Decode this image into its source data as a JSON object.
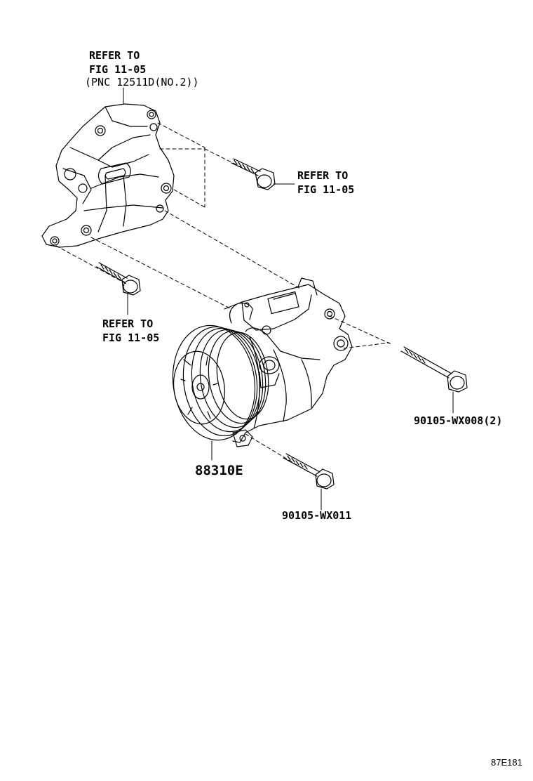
{
  "labels": {
    "bracket_refer_line1": "REFER TO",
    "bracket_refer_line2": "FIG 11-05",
    "bracket_refer_line3": "(PNC 12511D(NO.2))",
    "upper_bolt_refer_line1": "REFER TO",
    "upper_bolt_refer_line2": "FIG 11-05",
    "lower_bolt_refer_line1": "REFER TO",
    "lower_bolt_refer_line2": "FIG 11-05"
  },
  "parts": {
    "compressor": "88310E",
    "long_bolt": "90105-WX008(2)",
    "short_bolt": "90105-WX011"
  },
  "diagram_code": "87E181"
}
